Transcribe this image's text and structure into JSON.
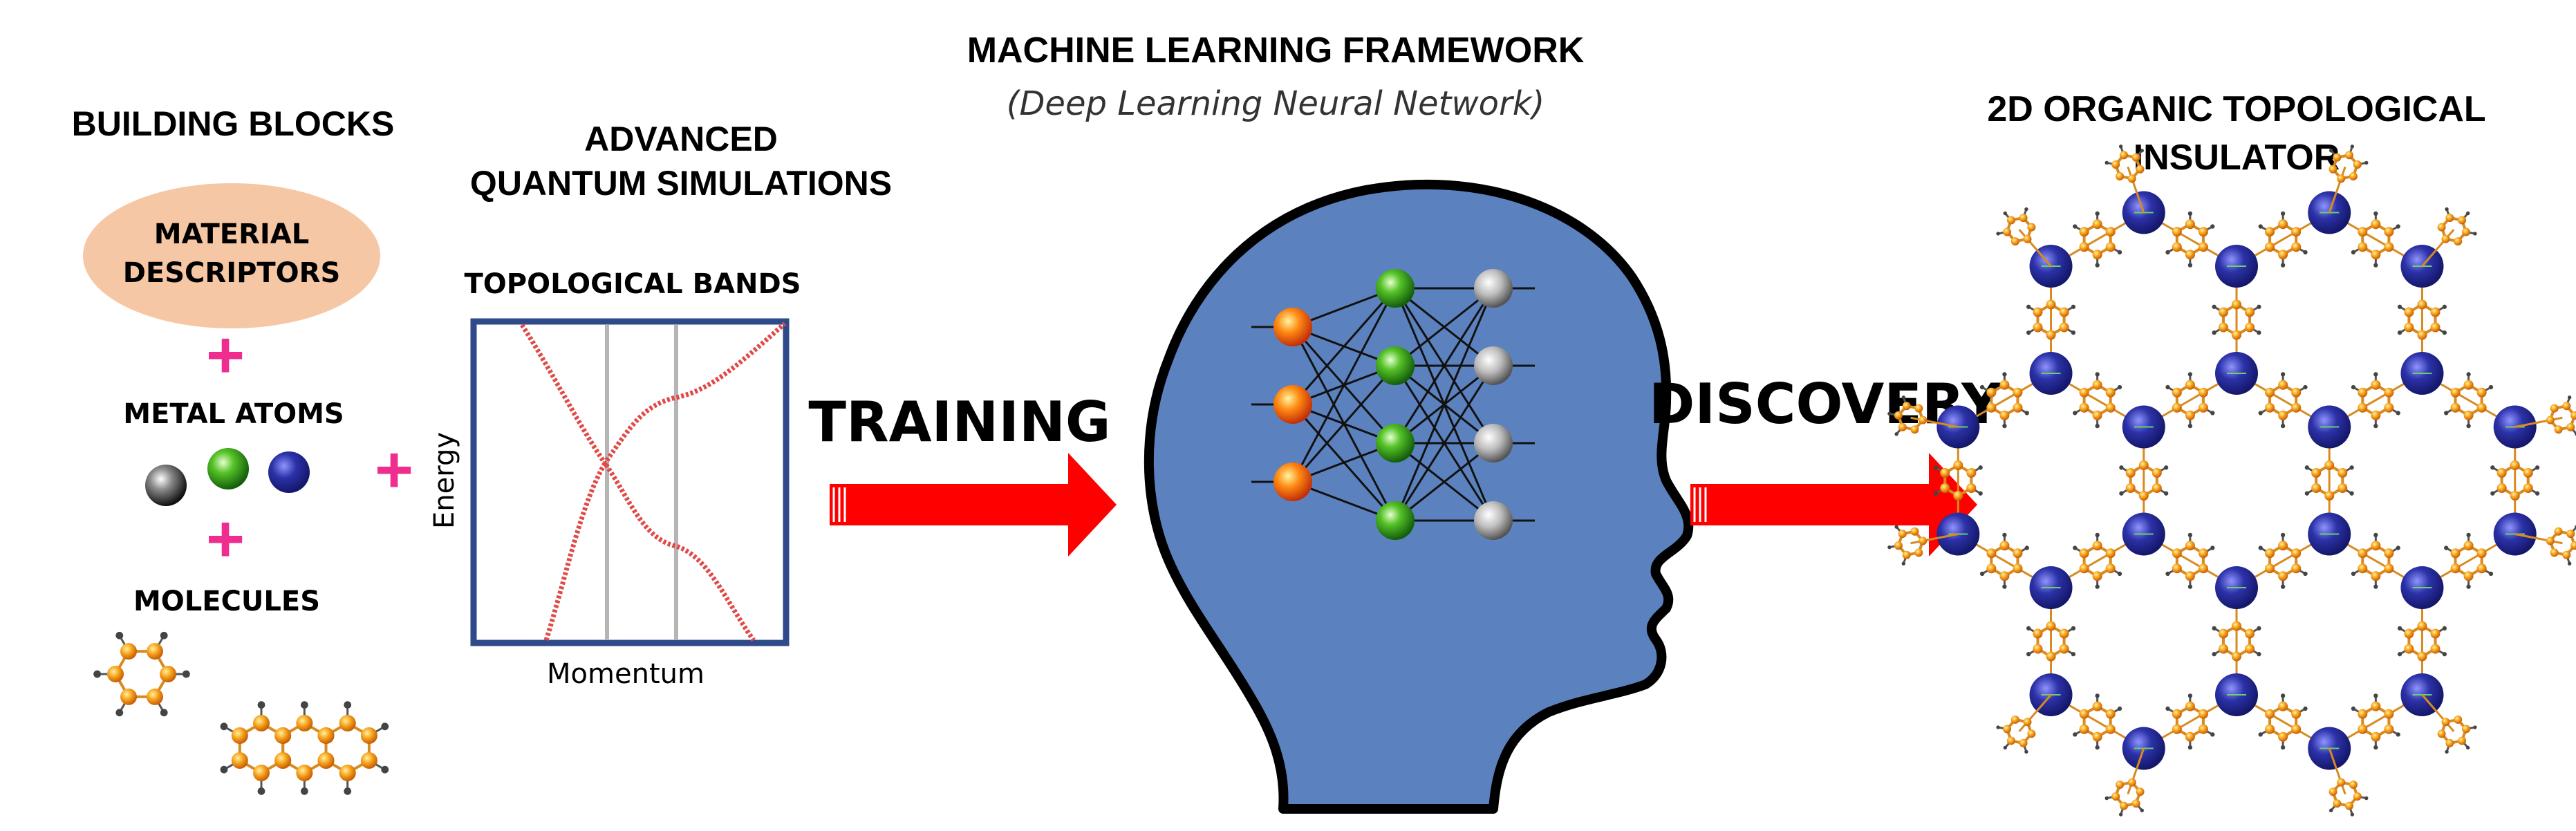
{
  "colors": {
    "descriptor_fill": "#f5c7a5",
    "plus": "#ee2d8f",
    "arrow": "#ff0000",
    "head_fill": "#5b82bf",
    "head_stroke": "#000000",
    "plot_frame": "#2e4a8a",
    "band": "#e04a48",
    "metal_black": "#1c1c1c",
    "metal_green": "#2f9a1e",
    "metal_blue": "#2a2f9a",
    "neuron_input": "#ff7a10",
    "neuron_hidden": "#48b21f",
    "neuron_output": "#9a9a9a",
    "molecule_atom": "#f39a1c",
    "molecule_h": "#444444"
  },
  "building_blocks": {
    "title": "BUILDING BLOCKS",
    "descriptor_label_line1": "MATERIAL",
    "descriptor_label_line2": "DESCRIPTORS",
    "metal_atoms_label": "METAL ATOMS",
    "molecules_label": "MOLECULES",
    "plus_symbol": "+"
  },
  "simulations": {
    "title_line1": "ADVANCED",
    "title_line2": "QUANTUM SIMULATIONS",
    "plot_title": "TOPOLOGICAL BANDS",
    "y_axis_label": "Energy",
    "x_axis_label": "Momentum"
  },
  "training_label": "TRAINING",
  "ml_framework": {
    "title": "MACHINE LEARNING FRAMEWORK",
    "subtitle": "(Deep Learning Neural Network)",
    "layers": [
      3,
      4,
      4
    ]
  },
  "discovery_label": "DISCOVERY",
  "result": {
    "title_line1": "2D ORGANIC TOPOLOGICAL",
    "title_line2": "INSULATOR"
  },
  "icons": {
    "head": "human-head-icon",
    "arrow": "red-arrow-icon",
    "lattice": "honeycomb-lattice-icon",
    "molecule": "molecule-icon"
  }
}
